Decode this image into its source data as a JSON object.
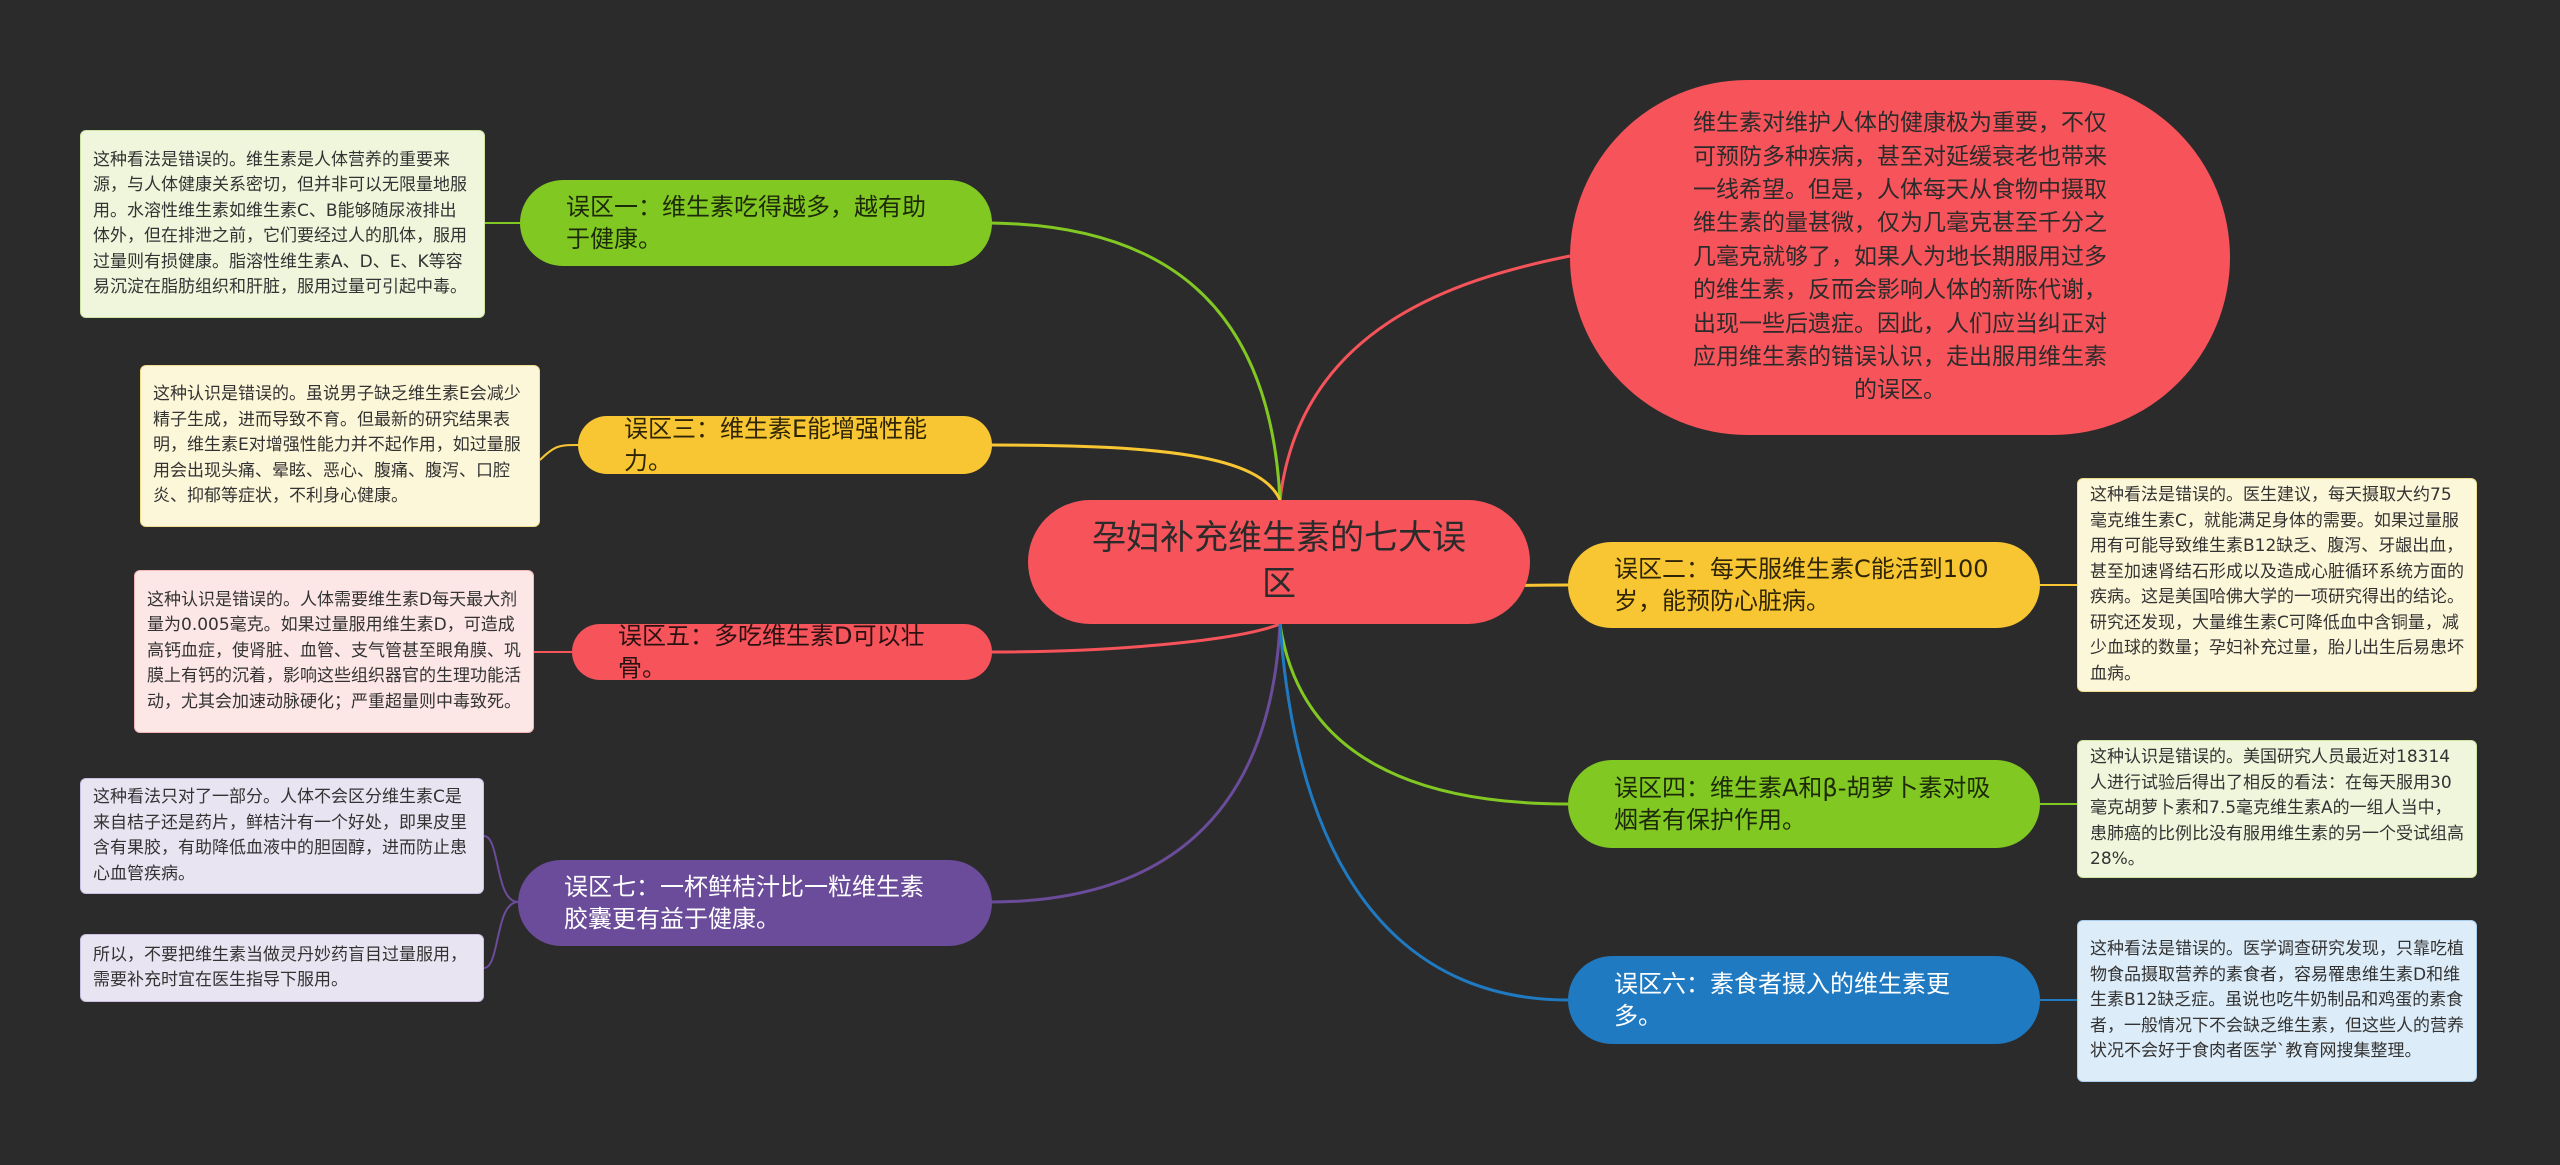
{
  "center": {
    "title": "孕妇补充维生素的七大误区"
  },
  "intro": {
    "text": "维生素对维护人体的健康极为重要，不仅可预防多种疾病，甚至对延缓衰老也带来一线希望。但是，人体每天从食物中摄取维生素的量甚微，仅为几毫克甚至千分之几毫克就够了，如果人为地长期服用过多的维生素，反而会影响人体的新陈代谢，出现一些后遗症。因此，人们应当纠正对应用维生素的错误认识，走出服用维生素的误区。"
  },
  "branches": {
    "m1": {
      "label": "误区一：维生素吃得越多，越有助于健康。",
      "note": "这种看法是错误的。维生素是人体营养的重要来源，与人体健康关系密切，但并非可以无限量地服用。水溶性维生素如维生素C、B能够随尿液排出体外，但在排泄之前，它们要经过人的肌体，服用过量则有损健康。脂溶性维生素A、D、E、K等容易沉淀在脂肪组织和肝脏，服用过量可引起中毒。"
    },
    "m3": {
      "label": "误区三：维生素E能增强性能力。",
      "note": "这种认识是错误的。虽说男子缺乏维生素E会减少精子生成，进而导致不育。但最新的研究结果表明，维生素E对增强性能力并不起作用，如过量服用会出现头痛、晕眩、恶心、腹痛、腹泻、口腔炎、抑郁等症状，不利身心健康。"
    },
    "m5": {
      "label": "误区五：多吃维生素D可以壮骨。",
      "note": "这种认识是错误的。人体需要维生素D每天最大剂量为0.005毫克。如果过量服用维生素D，可造成高钙血症，使肾脏、血管、支气管甚至眼角膜、巩膜上有钙的沉着，影响这些组织器官的生理功能活动，尤其会加速动脉硬化；严重超量则中毒致死。"
    },
    "m7": {
      "label": "误区七：一杯鲜桔汁比一粒维生素胶囊更有益于健康。",
      "note1": "这种看法只对了一部分。人体不会区分维生素C是来自桔子还是药片，鲜桔汁有一个好处，即果皮里含有果胶，有助降低血液中的胆固醇，进而防止患心血管疾病。",
      "note2": "所以，不要把维生素当做灵丹妙药盲目过量服用，需要补充时宜在医生指导下服用。"
    },
    "m2": {
      "label": "误区二：每天服维生素C能活到100岁，能预防心脏病。",
      "note": "这种看法是错误的。医生建议，每天摄取大约75毫克维生素C，就能满足身体的需要。如果过量服用有可能导致维生素B12缺乏、腹泻、牙龈出血，甚至加速肾结石形成以及造成心脏循环系统方面的疾病。这是美国哈佛大学的一项研究得出的结论。研究还发现，大量维生素C可降低血中含铜量，减少血球的数量；孕妇补充过量，胎儿出生后易患坏血病。"
    },
    "m4": {
      "label": "误区四：维生素A和β-胡萝卜素对吸烟者有保护作用。",
      "note": "这种认识是错误的。美国研究人员最近对18314人进行试验后得出了相反的看法：在每天服用30毫克胡萝卜素和7.5毫克维生素A的一组人当中，患肺癌的比例比没有服用维生素的另一个受试组高28%。"
    },
    "m6": {
      "label": "误区六：素食者摄入的维生素更多。",
      "note": "这种看法是错误的。医学调查研究发现，只靠吃植物食品摄取营养的素食者，容易罹患维生素D和维生素B12缺乏症。虽说也吃牛奶制品和鸡蛋的素食者，一般情况下不会缺乏维生素，但这些人的营养状况不会好于食肉者医学`教育网搜集整理。"
    }
  },
  "colors": {
    "green": "#82c823",
    "yellow": "#f8c632",
    "red": "#f6535a",
    "purple": "#6b4c9a",
    "blue": "#1f7ac2",
    "background": "#2b2b2b"
  }
}
